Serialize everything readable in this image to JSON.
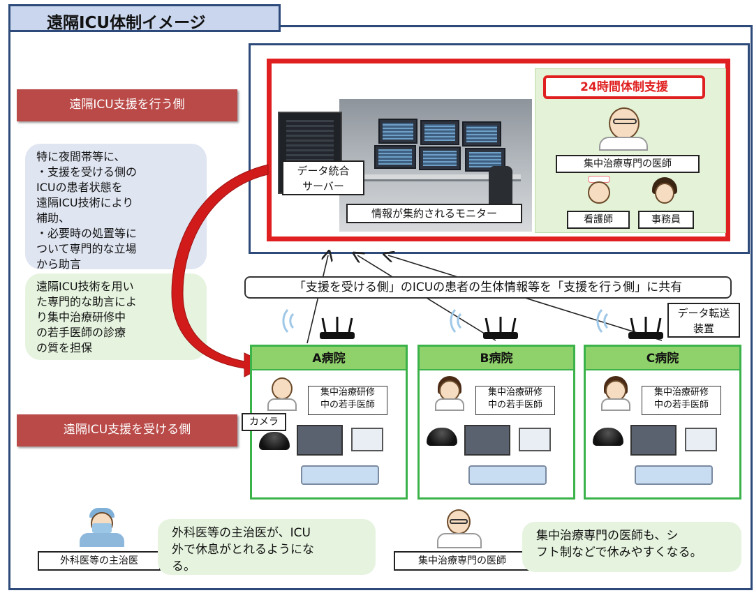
{
  "title": "遠隔ICU体制イメージ",
  "left_labels": {
    "support_side": "遠隔ICU支援を行う側",
    "receiving_side": "遠隔ICU支援を受ける側"
  },
  "blue_bubble": [
    "特に夜間帯等に、",
    "・支援を受ける側の",
    "ICUの患者状態を",
    "遠隔ICU技術により",
    "補助、",
    "・必要時の処置等に",
    "ついて専門的な立場",
    "から助言"
  ],
  "green_bubble": [
    "遠隔ICU技術を用い",
    "た専門的な助言によ",
    "り集中治療研修中",
    "の若手医師の診療",
    "の質を担保"
  ],
  "center": {
    "server_label": [
      "データ統合",
      "サーバー"
    ],
    "monitor_label": "情報が集約されるモニター",
    "support_247": "24時間体制支援",
    "specialist": "集中治療専門の医師",
    "nurse": "看護師",
    "clerk": "事務員"
  },
  "share_banner": "「支援を受ける側」のICUの患者の生体情報等を「支援を行う側」に共有",
  "transfer_device": [
    "データ転送",
    "装置"
  ],
  "hospitals": [
    {
      "name": "A病院",
      "doctor": [
        "集中治療研修",
        "中の若手医師"
      ]
    },
    {
      "name": "B病院",
      "doctor": [
        "集中治療研修",
        "中の若手医師"
      ]
    },
    {
      "name": "C病院",
      "doctor": [
        "集中治療研修",
        "中の若手医師"
      ]
    }
  ],
  "camera_label": "カメラ",
  "bottom": {
    "surgeon_label": "外科医等の主治医",
    "surgeon_text": [
      "外科医等の主治医が、ICU",
      "外で休息がとれるようにな",
      "る。"
    ],
    "specialist_label": "集中治療専門の医師",
    "specialist_text": [
      "集中治療専門の医師も、シ",
      "フト制などで休みやすくなる。"
    ]
  },
  "colors": {
    "frame_navy": "#2d4a7a",
    "label_red": "#b94a48",
    "panel_red": "#e02020",
    "hospital_green": "#3bb34a",
    "hospital_head": "#8fd16a",
    "bubble_blue": "#dfe5f1",
    "bubble_green": "#e6f4df"
  },
  "icons": [
    "server-icon",
    "monitor-wall-icon",
    "doctor-icon",
    "nurse-icon",
    "clerk-icon",
    "wifi-router-icon",
    "dome-camera-icon",
    "patient-monitor-icon",
    "pc-icon",
    "hospital-bed-icon",
    "surgeon-icon",
    "curved-arrow-icon"
  ]
}
